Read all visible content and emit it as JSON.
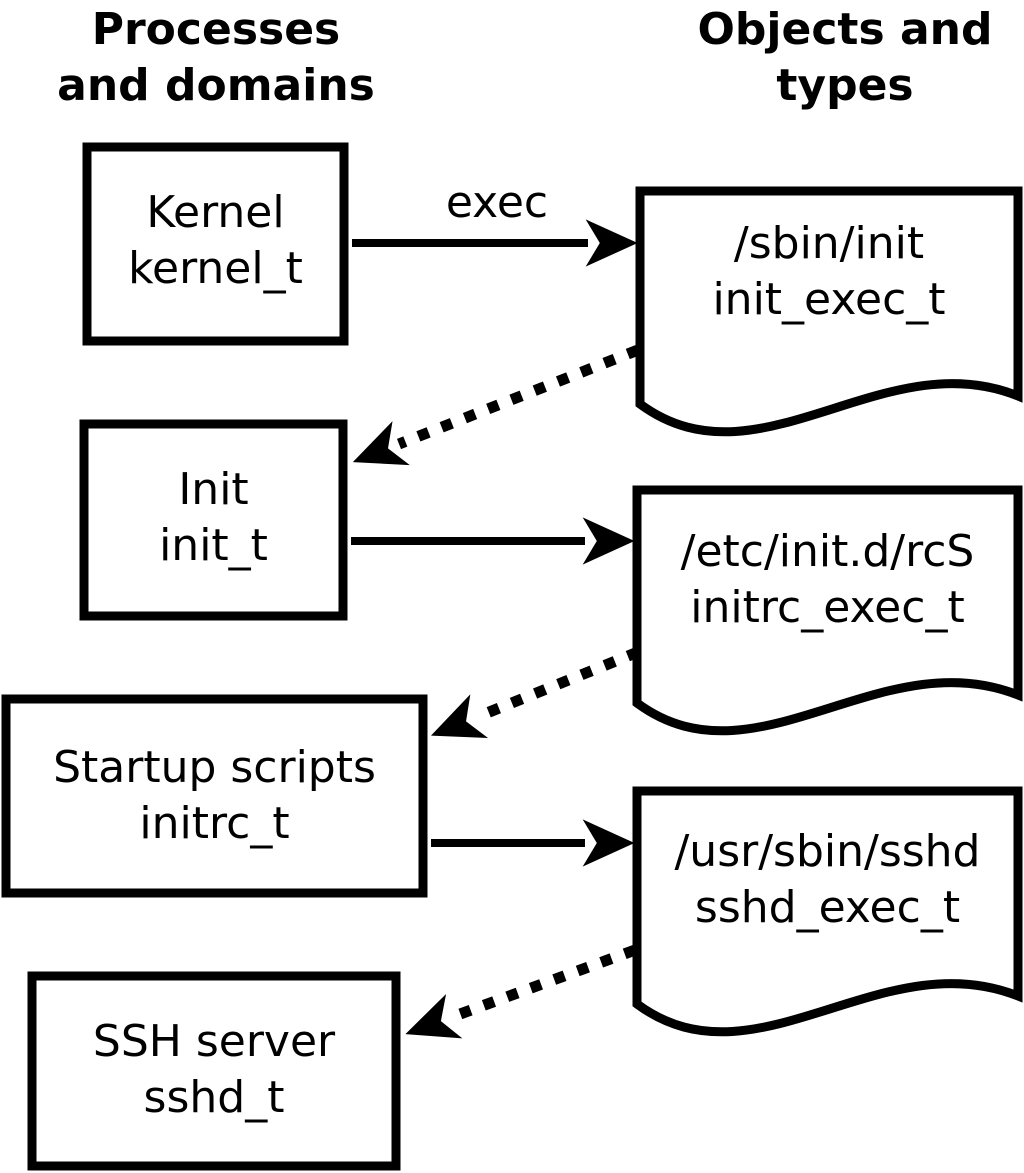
{
  "headers": {
    "left": {
      "line1": "Processes",
      "line2": "and domains"
    },
    "right": {
      "line1": "Objects and",
      "line2": "types"
    }
  },
  "arrow_labels": {
    "exec": "exec"
  },
  "processes": [
    {
      "name": "Kernel",
      "domain": "kernel_t"
    },
    {
      "name": "Init",
      "domain": "init_t"
    },
    {
      "name": "Startup scripts",
      "domain": "initrc_t"
    },
    {
      "name": "SSH server",
      "domain": "sshd_t"
    }
  ],
  "objects": [
    {
      "path": "/sbin/init",
      "type": "init_exec_t"
    },
    {
      "path": "/etc/init.d/rcS",
      "type": "initrc_exec_t"
    },
    {
      "path": "/usr/sbin/sshd",
      "type": "sshd_exec_t"
    }
  ],
  "colors": {
    "line": "#000000",
    "fill": "#ffffff"
  }
}
